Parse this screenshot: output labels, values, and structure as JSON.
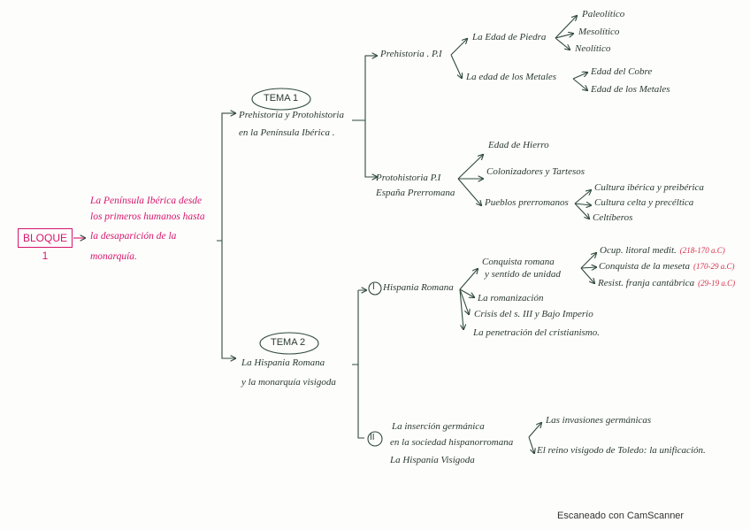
{
  "root": {
    "label": "BLOQUE 1",
    "description": [
      "La Península Ibérica desde",
      "los primeros humanos hasta",
      "la desaparición de la",
      "monarquía."
    ]
  },
  "tema1": {
    "badge": "TEMA 1",
    "title": [
      "Prehistoria y Protohistoria",
      "en la Península Ibérica ."
    ],
    "prehistoria": {
      "label": "Prehistoria . P.I",
      "piedra": {
        "label": "La Edad de Piedra",
        "items": [
          "Paleolítico",
          "Mesolítico",
          "Neolítico"
        ]
      },
      "metales": {
        "label": "La edad de los Metales",
        "items": [
          "Edad del Cobre",
          "Edad de los Metales"
        ]
      }
    },
    "protohistoria": {
      "label": [
        "Protohistoria P.I",
        "España Prerromana"
      ],
      "items": [
        "Edad de Hierro",
        "Colonizadores y Tartesos",
        "Pueblos prerromanos"
      ],
      "pueblos": [
        "Cultura ibérica y preibérica",
        "Cultura celta y precéltica",
        "Celtíberos"
      ]
    }
  },
  "tema2": {
    "badge": "TEMA 2",
    "title": [
      "La Hispania Romana",
      "y la monarquía visigoda"
    ],
    "part1": {
      "numeral": "I",
      "label": "Hispania Romana",
      "conquista": [
        "Conquista romana",
        "y sentido de unidad"
      ],
      "conquista_items": [
        {
          "label": "Ocup. litoral medit.",
          "dates": "(218-170 a.C)"
        },
        {
          "label": "Conquista de la meseta",
          "dates": "(170-29 a.C)"
        },
        {
          "label": "Resist. franja cantábrica",
          "dates": "(29-19 a.C)"
        }
      ],
      "items": [
        "La romanización",
        "Crisis del s. III y Bajo Imperio",
        "La penetración del cristianismo."
      ]
    },
    "part2": {
      "numeral": "II",
      "label": [
        "La inserción germánica",
        "en la sociedad hispanorromana",
        "La Hispania Visigoda"
      ],
      "items": [
        "Las invasiones germánicas",
        "El reino visigodo de Toledo: la unificación."
      ]
    }
  },
  "footer": "Escaneado con CamScanner",
  "colors": {
    "ink": "#2b3a33",
    "accent": "#d6166b",
    "dates": "#d8304a"
  }
}
